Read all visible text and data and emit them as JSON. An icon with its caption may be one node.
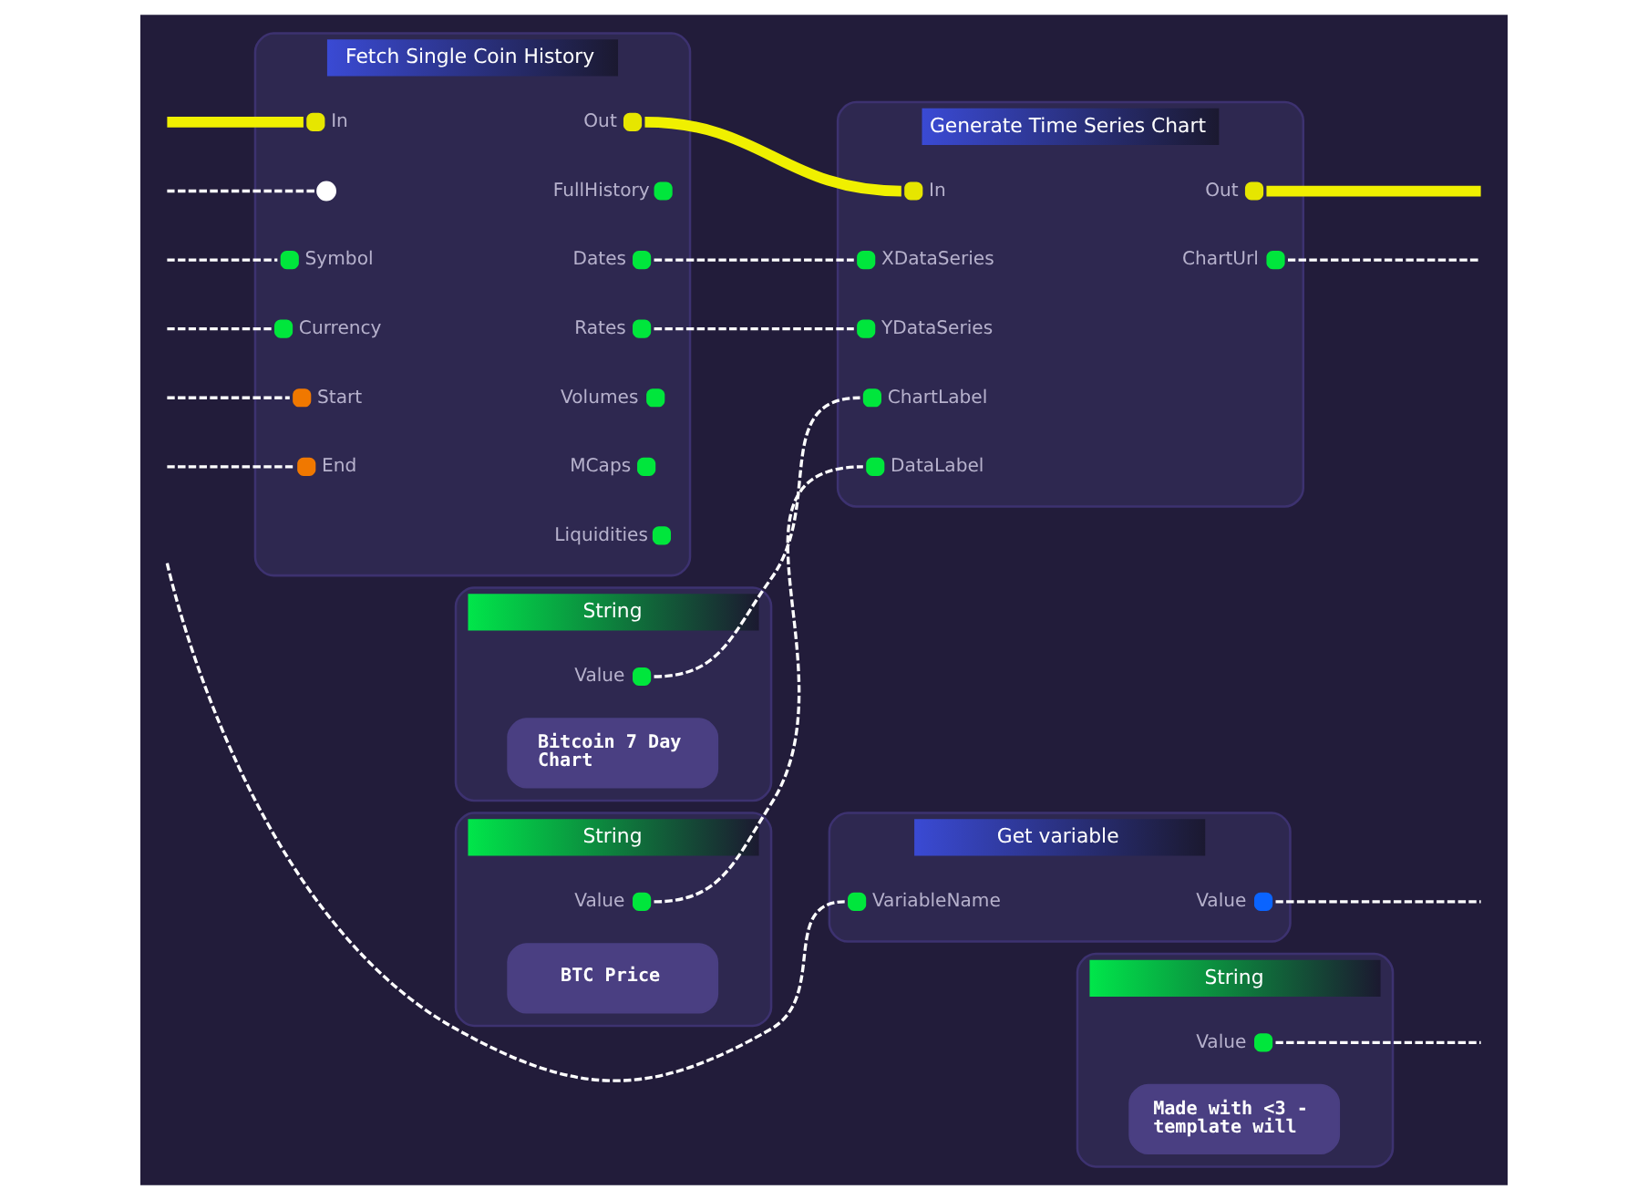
{
  "diagram": {
    "nodes": [
      {
        "text": [
          "Fetch Single Coin History"
        ]
      },
      {
        "text": [
          "In"
        ],
        "in": 0
      },
      {
        "text": [],
        "shape": "circle",
        "in": 0
      },
      {
        "text": [
          "Symbol"
        ],
        "in": 0
      },
      {
        "text": [
          "Currency"
        ],
        "in": 0
      },
      {
        "text": [
          "Start"
        ],
        "in": 0
      },
      {
        "text": [
          "End"
        ],
        "in": 0
      },
      {
        "text": [
          "Out"
        ],
        "in": 0
      },
      {
        "text": [
          "FullHistory"
        ],
        "in": 0
      },
      {
        "text": [
          "Dates"
        ],
        "in": 0
      },
      {
        "text": [
          "Rates"
        ],
        "in": 0
      },
      {
        "text": [
          "Volumes"
        ],
        "in": 0
      },
      {
        "text": [
          "MCaps"
        ],
        "in": 0
      },
      {
        "text": [
          "Liquidities"
        ],
        "in": 0
      },
      {
        "text": [
          "String"
        ]
      },
      {
        "text": [
          "Value"
        ],
        "in": 14
      },
      {
        "text": [
          "Bitcoin 7 Day Chart"
        ],
        "in": 14
      },
      {
        "text": [
          "String"
        ]
      },
      {
        "text": [
          "Value"
        ],
        "in": 17
      },
      {
        "text": [
          "BTC Price"
        ],
        "in": 17
      },
      {
        "text": [
          "Generate Time Series Chart"
        ]
      },
      {
        "text": [
          "In"
        ],
        "in": 20
      },
      {
        "text": [
          "XDataSeries"
        ],
        "in": 20
      },
      {
        "text": [
          "YDataSeries"
        ],
        "in": 20
      },
      {
        "text": [
          "ChartLabel"
        ],
        "in": 20
      },
      {
        "text": [
          "DataLabel"
        ],
        "in": 20
      },
      {
        "text": [
          "Out"
        ],
        "in": 20
      },
      {
        "text": [
          "ChartUrl"
        ],
        "in": 20
      },
      {
        "text": [
          "Get variable"
        ]
      },
      {
        "text": [
          "VariableName"
        ],
        "in": 28
      },
      {
        "text": [
          "Value"
        ],
        "in": 28
      },
      {
        "text": [
          "String"
        ]
      },
      {
        "text": [
          "Value"
        ],
        "in": 31
      },
      {
        "text": [
          "Made with <3 - template will"
        ],
        "in": 31
      }
    ],
    "edges": [
      {
        "from": null,
        "to": 1,
        "arrow": "none",
        "style": "thick",
        "color": "#f0f000"
      },
      {
        "from": null,
        "to": 2,
        "arrow": "none",
        "style": "dashed"
      },
      {
        "from": null,
        "to": 3,
        "arrow": "none",
        "style": "dashed"
      },
      {
        "from": null,
        "to": 4,
        "arrow": "none",
        "style": "dashed"
      },
      {
        "from": null,
        "to": 5,
        "arrow": "none",
        "style": "dashed"
      },
      {
        "from": null,
        "to": 6,
        "arrow": "none",
        "style": "dashed"
      },
      {
        "from": 7,
        "to": 21,
        "arrow": "none",
        "style": "thick",
        "color": "#f0f000"
      },
      {
        "from": 9,
        "to": 22,
        "arrow": "none",
        "style": "dashed"
      },
      {
        "from": 10,
        "to": 23,
        "arrow": "none",
        "style": "dashed"
      },
      {
        "from": 15,
        "to": 24,
        "arrow": "none",
        "style": "dashed"
      },
      {
        "from": 18,
        "to": 25,
        "arrow": "none",
        "style": "dashed"
      },
      {
        "from": 26,
        "to": null,
        "arrow": "none",
        "style": "thick",
        "color": "#f0f000"
      },
      {
        "from": 27,
        "to": null,
        "arrow": "none",
        "style": "dashed"
      },
      {
        "from": null,
        "to": 29,
        "arrow": "none",
        "style": "dashed"
      },
      {
        "from": 30,
        "to": null,
        "arrow": "none",
        "style": "dashed"
      },
      {
        "from": 32,
        "to": null,
        "arrow": "none",
        "style": "dashed"
      }
    ]
  }
}
